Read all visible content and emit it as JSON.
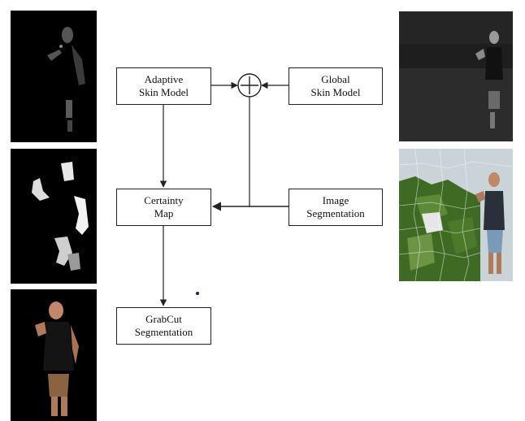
{
  "boxes": {
    "adaptive": "Adaptive\nSkin Model",
    "global": "Global\nSkin Model",
    "certainty": "Certainty\nMap",
    "segmentation": "Image\nSegmentation",
    "grabcut": "GrabCut\nSegmentation"
  },
  "combine_symbol": "+",
  "colors": {
    "line": "#222222",
    "panel_dark": "#000000",
    "foliage": "#4a7a2a",
    "sky": "#c9d3d8",
    "dot": "#1a1a8c"
  }
}
